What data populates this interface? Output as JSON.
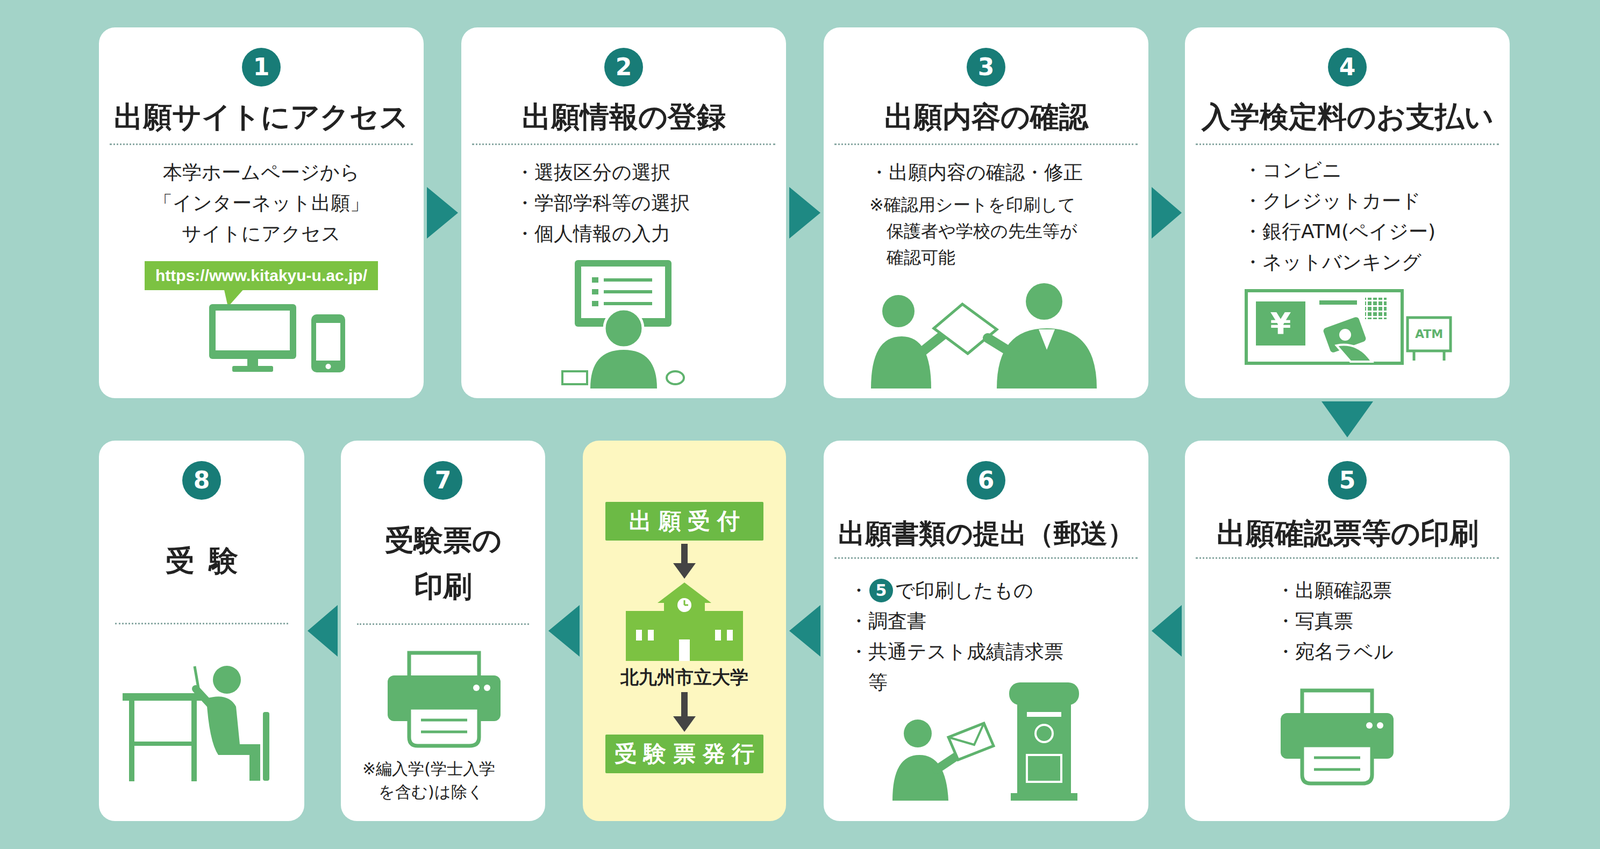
{
  "diagram": {
    "nodes": [
      {
        "text": [
          "出願サイトにアクセス",
          "本学ホームページから 「インターネット出願」 サイトにアクセス"
        ]
      },
      {
        "text": [
          "1"
        ],
        "in": 0
      },
      {
        "text": [
          "https://www.kitakyu-u.ac.jp/"
        ],
        "in": 0
      },
      {
        "text": [
          "出願情報の登録",
          "・選抜区分の選択",
          "・学部学科等の選択",
          "・個人情報の入力"
        ]
      },
      {
        "text": [
          "2"
        ],
        "in": 3
      },
      {
        "text": [
          "出願内容の確認",
          "・出願内容の確認・修正",
          "※確認用シートを印刷して 保護者や学校の先生等が 確認可能"
        ]
      },
      {
        "text": [
          "3"
        ],
        "in": 5
      },
      {
        "text": [
          "入学検定料のお支払い",
          "・コンビニ",
          "・クレジットカード",
          "・銀行ATM(ペイジー)",
          "・ネットバンキング"
        ]
      },
      {
        "text": [
          "4"
        ],
        "in": 7
      },
      {
        "text": [
          "出願確認票等の印刷",
          "・出願確認票",
          "・写真票",
          "・宛名ラベル"
        ]
      },
      {
        "text": [
          "5"
        ],
        "in": 9
      },
      {
        "text": [
          "出願書類の提出（郵送）",
          "・",
          "で印刷したもの",
          "・調査書",
          "・共通テスト成績請求票 等"
        ]
      },
      {
        "text": [
          "6"
        ],
        "in": 11
      },
      {
        "text": [
          "5"
        ],
        "in": 11
      },
      {
        "text": []
      },
      {
        "text": [
          "出願受付"
        ],
        "in": 14
      },
      {
        "text": [
          "北九州市立大学"
        ],
        "in": 14
      },
      {
        "text": [
          "受験票発行"
        ],
        "in": 14
      },
      {
        "text": [
          "受験票の 印刷",
          "※編入学(学士入学 を含む)は除く"
        ]
      },
      {
        "text": [
          "7"
        ],
        "in": 18
      },
      {
        "text": [
          "受験"
        ]
      },
      {
        "text": [
          "8"
        ],
        "in": 20
      }
    ],
    "edges": [
      {
        "from": 0,
        "to": 3,
        "arrow": "to"
      },
      {
        "from": 3,
        "to": 5,
        "arrow": "to"
      },
      {
        "from": 5,
        "to": 7,
        "arrow": "to"
      },
      {
        "from": 7,
        "to": 9,
        "arrow": "to"
      },
      {
        "from": 9,
        "to": 11,
        "arrow": "to"
      },
      {
        "from": 11,
        "to": 14,
        "arrow": "to"
      },
      {
        "from": 14,
        "to": 18,
        "arrow": "to"
      },
      {
        "from": 18,
        "to": 20,
        "arrow": "to"
      },
      {
        "from": 15,
        "to": 16,
        "arrow": "to"
      },
      {
        "from": 16,
        "to": 17,
        "arrow": "to"
      }
    ],
    "labels": [
      "¥",
      "ATM"
    ]
  }
}
